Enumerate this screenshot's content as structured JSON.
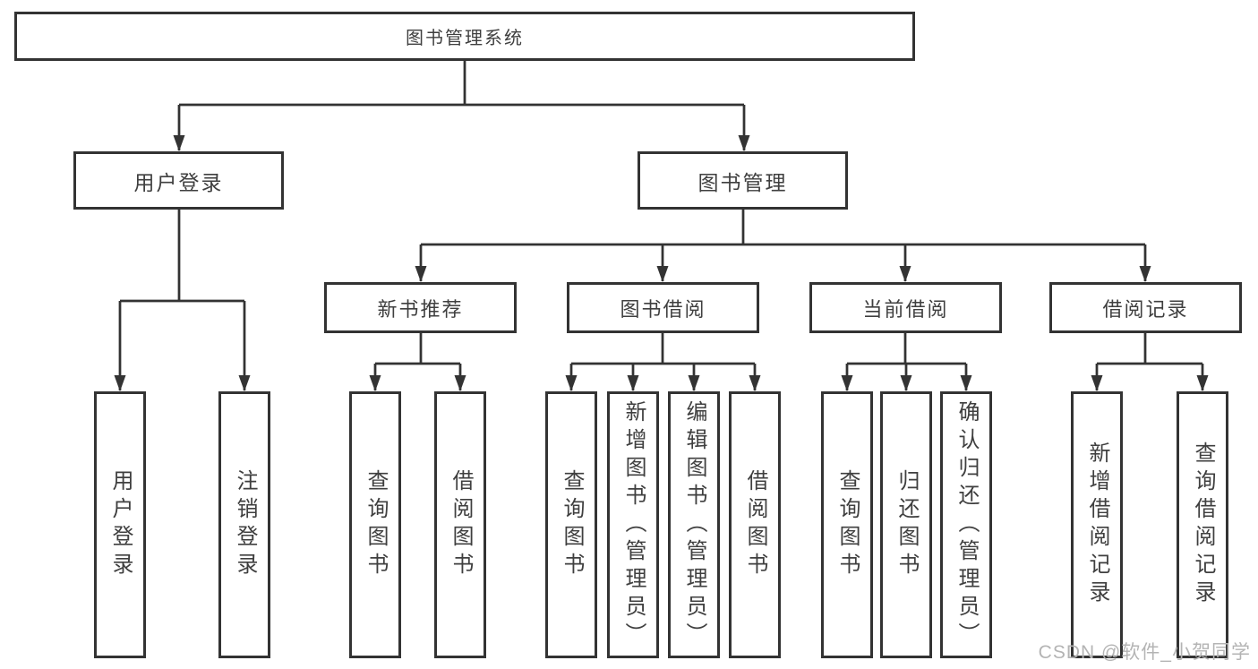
{
  "colors": {
    "line": "#333333",
    "text": "#3f3f3f",
    "background": "#ffffff",
    "watermark": "#b4b4b4"
  },
  "watermark": {
    "text": "CSDN @软件_小贺同学"
  },
  "tree": {
    "root": {
      "label": "图书管理系统"
    },
    "branches": [
      {
        "label": "用户登录",
        "children": [
          {
            "label": "用户登录"
          },
          {
            "label": "注销登录"
          }
        ]
      },
      {
        "label": "图书管理",
        "children": [
          {
            "label": "新书推荐",
            "children": [
              {
                "label": "查询图书"
              },
              {
                "label": "借阅图书"
              }
            ]
          },
          {
            "label": "图书借阅",
            "children": [
              {
                "label": "查询图书"
              },
              {
                "label": "新增图书（管理员）"
              },
              {
                "label": "编辑图书（管理员）"
              },
              {
                "label": "借阅图书"
              }
            ]
          },
          {
            "label": "当前借阅",
            "children": [
              {
                "label": "查询图书"
              },
              {
                "label": "归还图书"
              },
              {
                "label": "确认归还（管理员）"
              }
            ]
          },
          {
            "label": "借阅记录",
            "children": [
              {
                "label": "新增借阅记录"
              },
              {
                "label": "查询借阅记录"
              }
            ]
          }
        ]
      }
    ]
  }
}
